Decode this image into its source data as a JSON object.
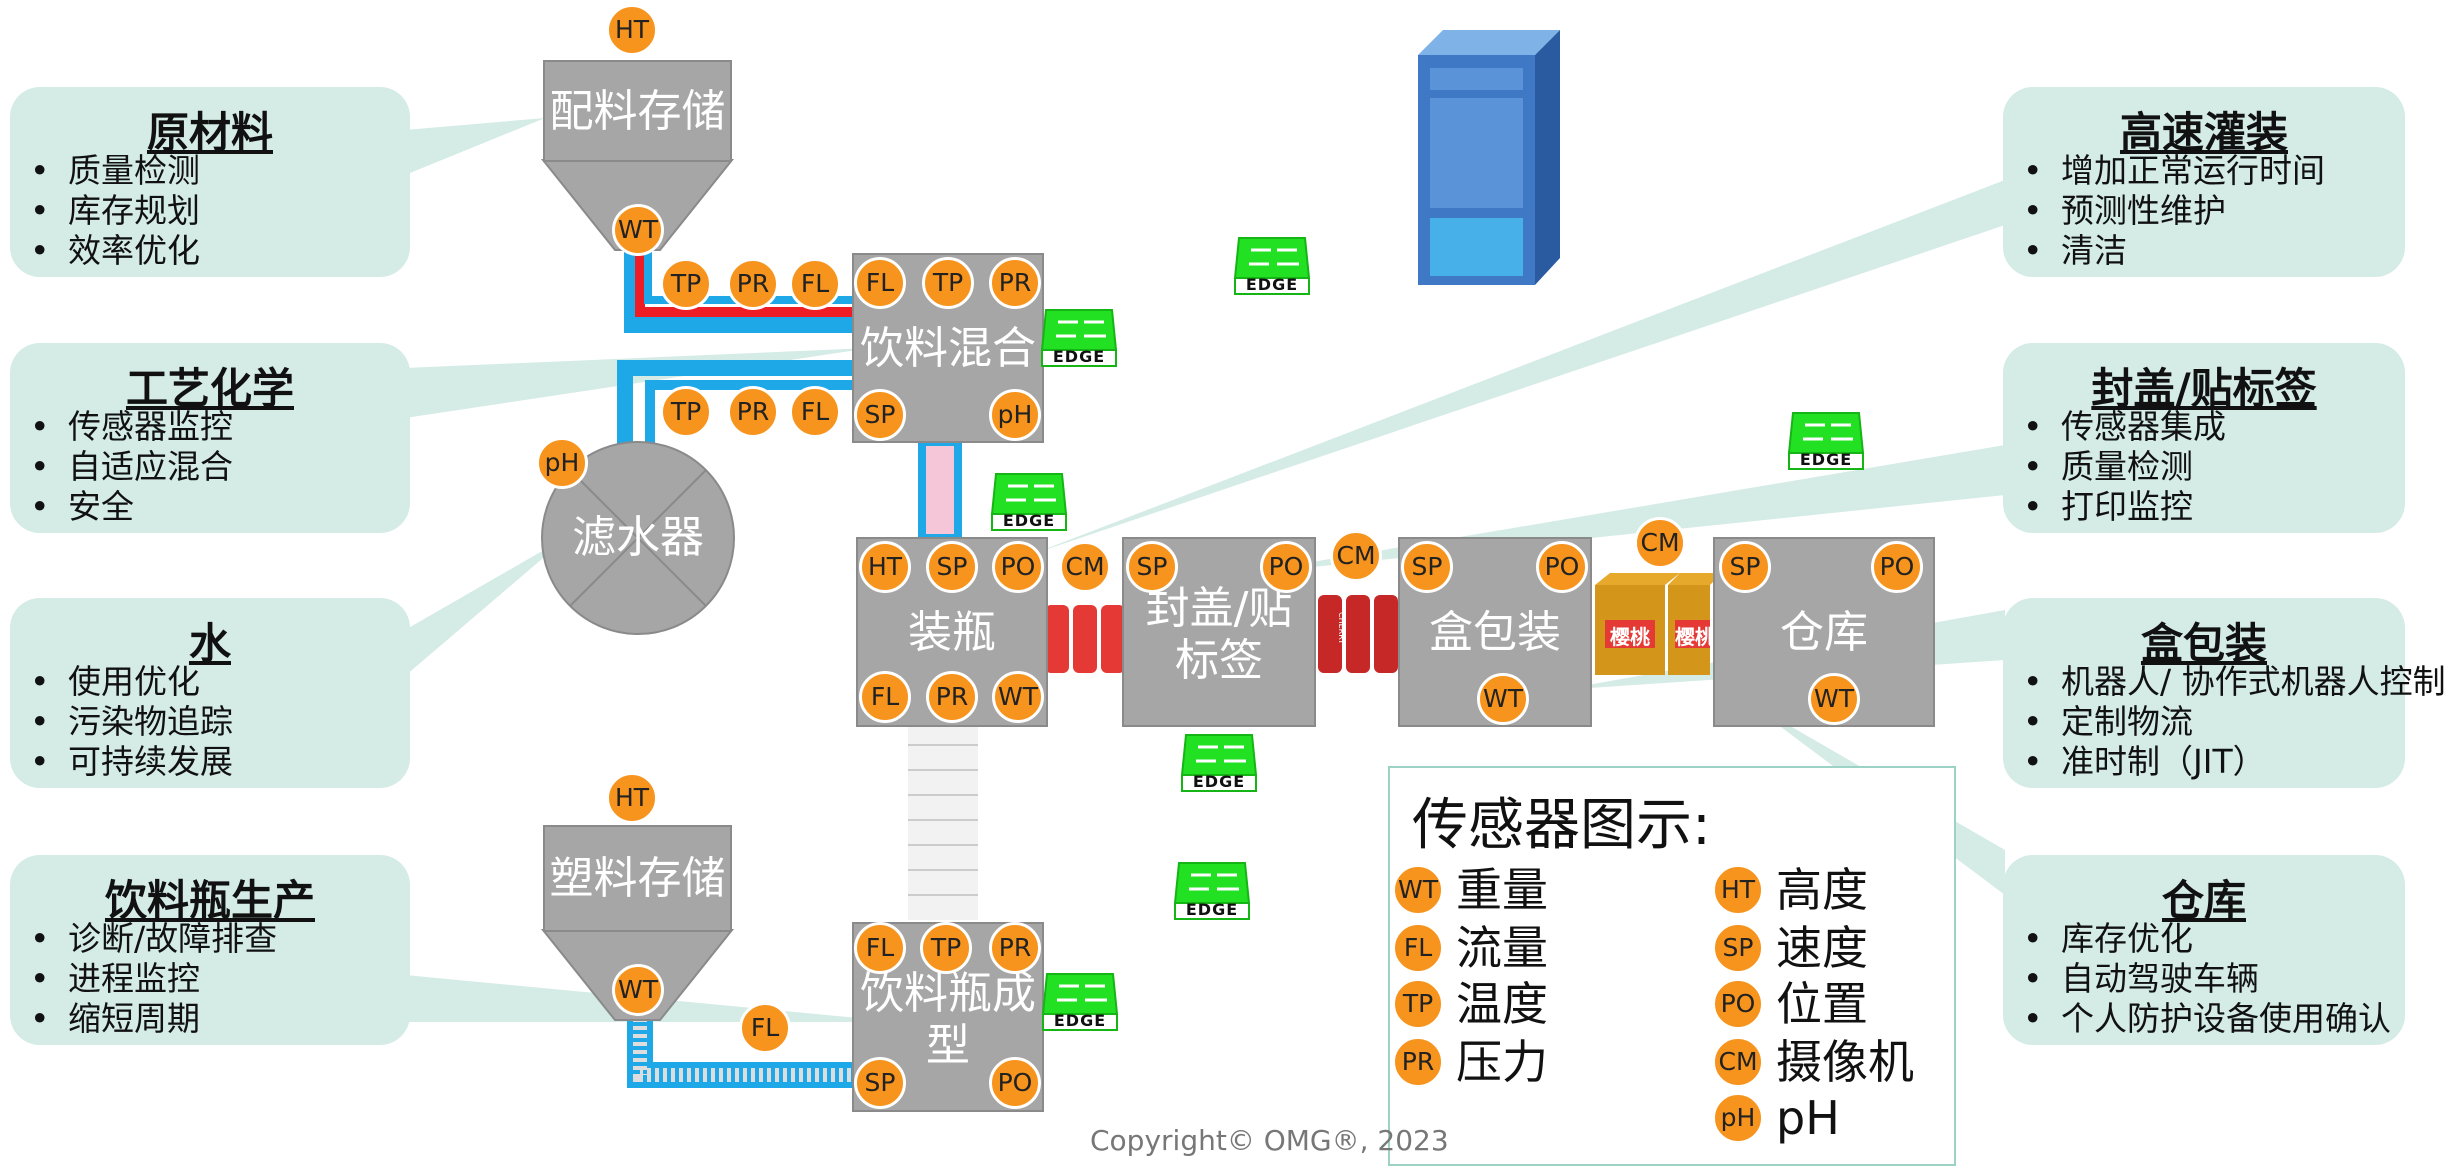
{
  "callouts": {
    "raw_materials": {
      "title": "原材料",
      "items": [
        "质量检测",
        "库存规划",
        "效率优化"
      ]
    },
    "process_chemistry": {
      "title": "工艺化学",
      "items": [
        "传感器监控",
        "自适应混合",
        "安全"
      ]
    },
    "water": {
      "title": "水",
      "items": [
        "使用优化",
        "污染物追踪",
        "可持续发展"
      ]
    },
    "bottle_production": {
      "title": "饮料瓶生产",
      "items": [
        "诊断/故障排查",
        "进程监控",
        "缩短周期"
      ]
    },
    "high_speed_filling": {
      "title": "高速灌装",
      "items": [
        "增加正常运行时间",
        "预测性维护",
        "清洁"
      ]
    },
    "capping_labeling": {
      "title": "封盖/贴标签",
      "items": [
        "传感器集成",
        "质量检测",
        "打印监控"
      ]
    },
    "boxing": {
      "title": "盒包装",
      "items": [
        "机器人/ 协作式机器人控制",
        "定制物流",
        "准时制（JIT）"
      ]
    },
    "warehouse": {
      "title": "仓库",
      "items": [
        "库存优化",
        "自动驾驶车辆",
        "个人防护设备使用确认"
      ]
    }
  },
  "stations": {
    "ingredient_storage": "配料存储",
    "plastic_storage": "塑料存储",
    "water_filter": "滤水器",
    "beverage_mixing": "饮料混合",
    "bottling": "装瓶",
    "bottle_forming": "饮料瓶成型",
    "capping_labeling": "封盖/贴标签",
    "boxing": "盒包装",
    "warehouse": "仓库"
  },
  "box_label_text": "樱桃",
  "bottle_label_text": "CHERRY",
  "edge_label": "EDGE",
  "sensor_codes": {
    "weight": "WT",
    "flow": "FL",
    "temperature": "TP",
    "pressure": "PR",
    "height": "HT",
    "speed": "SP",
    "position": "PO",
    "camera": "CM",
    "ph": "pH"
  },
  "legend": {
    "title": "传感器图示:",
    "items": [
      {
        "code": "WT",
        "label": "重量"
      },
      {
        "code": "FL",
        "label": "流量"
      },
      {
        "code": "TP",
        "label": "温度"
      },
      {
        "code": "PR",
        "label": "压力"
      },
      {
        "code": "HT",
        "label": "高度"
      },
      {
        "code": "SP",
        "label": "速度"
      },
      {
        "code": "PO",
        "label": "位置"
      },
      {
        "code": "CM",
        "label": "摄像机"
      },
      {
        "code": "pH",
        "label": "pH"
      }
    ]
  },
  "copyright": "Copyright© OMG®, 2023",
  "colors": {
    "card": "#d4ebe6",
    "station": "#a6a6a6",
    "sensor": "#f7941d",
    "edge": "#22e022",
    "pipe_blue": "#1fa8e8",
    "pipe_red": "#ee1c24",
    "server": "#3f79c6"
  }
}
